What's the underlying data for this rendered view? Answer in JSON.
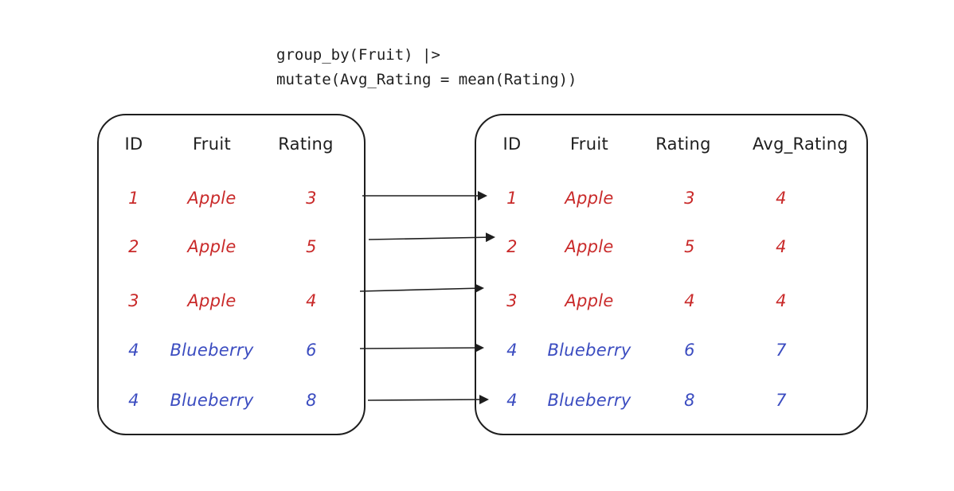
{
  "code": {
    "line1": "group_by(Fruit) |>",
    "line2": "mutate(Avg_Rating = mean(Rating))"
  },
  "colors": {
    "apple": "#c92a2a",
    "blueberry": "#3b4cc0",
    "ink": "#1e1e1e"
  },
  "input_table": {
    "headers": [
      "ID",
      "Fruit",
      "Rating"
    ],
    "rows": [
      [
        "1",
        "Apple",
        "3"
      ],
      [
        "2",
        "Apple",
        "5"
      ],
      [
        "3",
        "Apple",
        "4"
      ],
      [
        "4",
        "Blueberry",
        "6"
      ],
      [
        "4",
        "Blueberry",
        "8"
      ]
    ]
  },
  "output_table": {
    "headers": [
      "ID",
      "Fruit",
      "Rating",
      "Avg_Rating"
    ],
    "rows": [
      [
        "1",
        "Apple",
        "3",
        "4"
      ],
      [
        "2",
        "Apple",
        "5",
        "4"
      ],
      [
        "3",
        "Apple",
        "4",
        "4"
      ],
      [
        "4",
        "Blueberry",
        "6",
        "7"
      ],
      [
        "4",
        "Blueberry",
        "8",
        "7"
      ]
    ]
  }
}
